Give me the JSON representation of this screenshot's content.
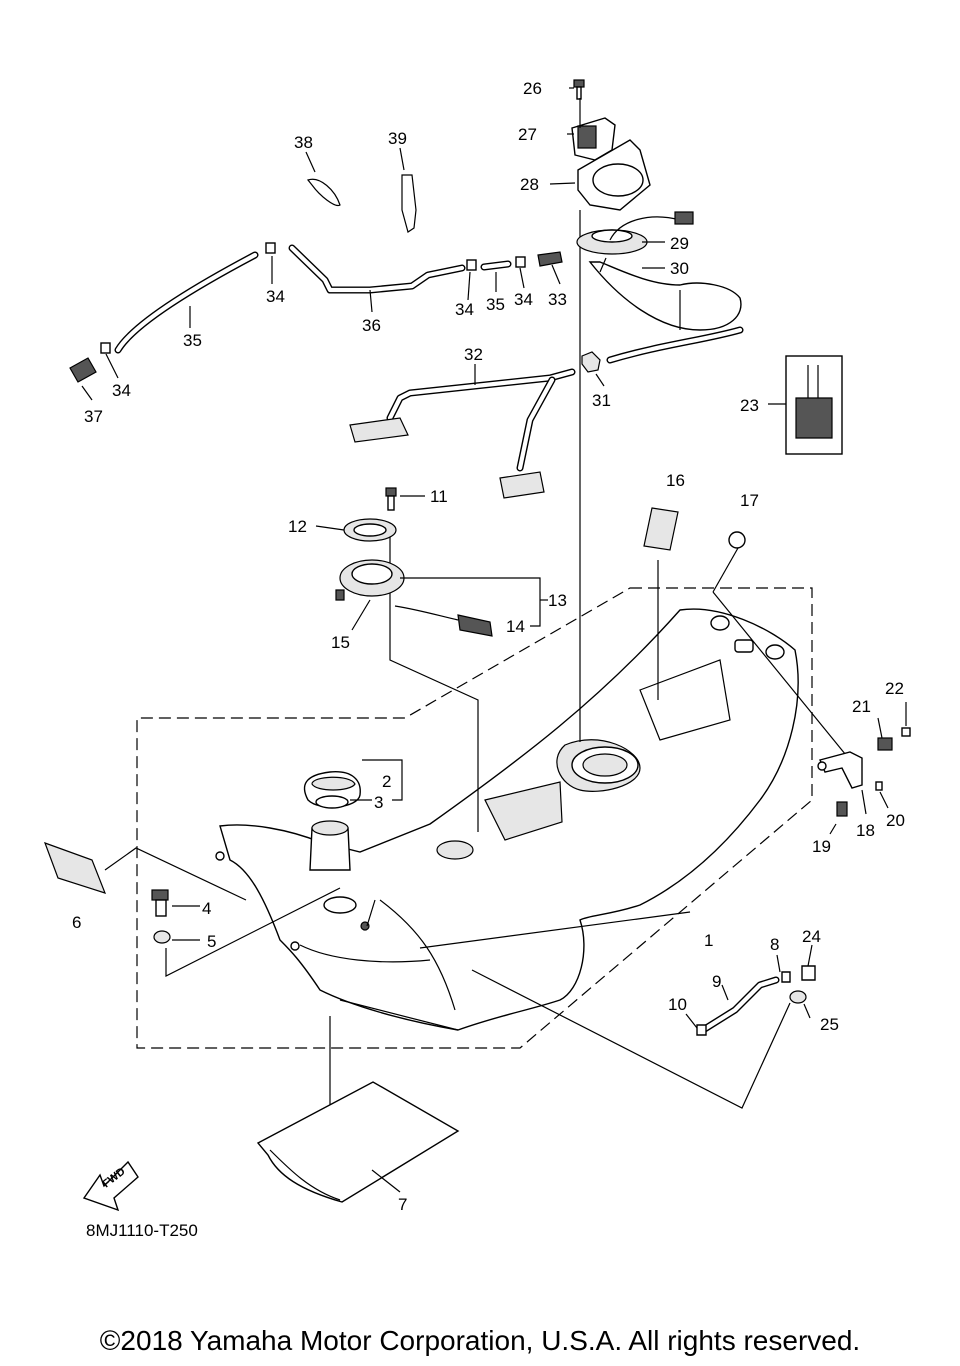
{
  "diagram_code": "8MJ1110-T250",
  "copyright": "©2018 Yamaha Motor Corporation, U.S.A. All rights reserved.",
  "fwd_label": "FWD",
  "callouts": {
    "n1": "1",
    "n2": "2",
    "n3": "3",
    "n4": "4",
    "n5": "5",
    "n6": "6",
    "n7": "7",
    "n8": "8",
    "n9": "9",
    "n10": "10",
    "n11": "11",
    "n12": "12",
    "n13": "13",
    "n14": "14",
    "n15": "15",
    "n16": "16",
    "n17": "17",
    "n18": "18",
    "n19": "19",
    "n20": "20",
    "n21": "21",
    "n22": "22",
    "n23": "23",
    "n24": "24",
    "n25": "25",
    "n26": "26",
    "n27": "27",
    "n28": "28",
    "n29": "29",
    "n30": "30",
    "n31": "31",
    "n32": "32",
    "n33": "33",
    "n34a": "34",
    "n34b": "34",
    "n34c": "34",
    "n34d": "34",
    "n35a": "35",
    "n35b": "35",
    "n36": "36",
    "n37": "37",
    "n38": "38",
    "n39": "39"
  }
}
